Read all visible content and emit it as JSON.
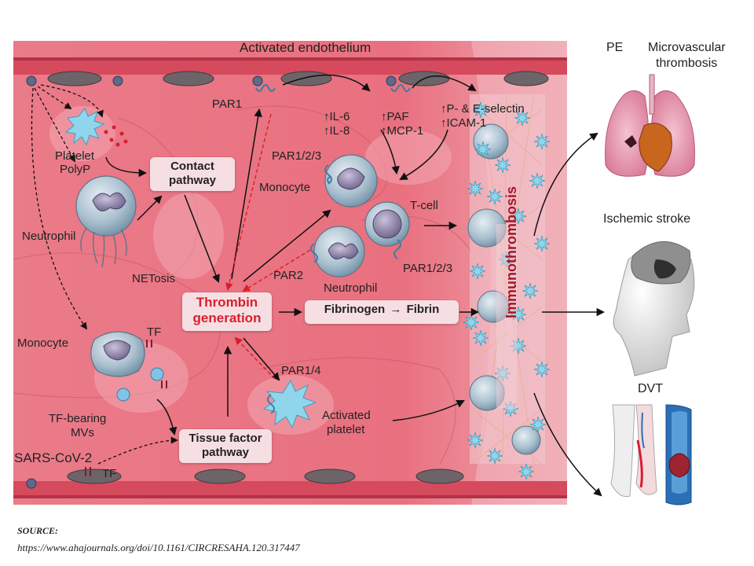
{
  "labels": {
    "activated_endothelium": "Activated endothelium",
    "par1": "PAR1",
    "il6": "IL-6",
    "il8": "IL-8",
    "paf": "PAF",
    "mcp1": "MCP-1",
    "selectin": "P- & E-selectin",
    "icam1": "ICAM-1",
    "platelet_polyp_1": "Platelet",
    "platelet_polyp_2": "PolyP",
    "contact_pathway_1": "Contact",
    "contact_pathway_2": "pathway",
    "par123_top": "PAR1/2/3",
    "monocyte_top": "Monocyte",
    "tcell": "T-cell",
    "neutrophil_left": "Neutrophil",
    "netosis": "NETosis",
    "par2": "PAR2",
    "neutrophil_mid": "Neutrophil",
    "par123_bottom": "PAR1/2/3",
    "thrombin_1": "Thrombin",
    "thrombin_2": "generation",
    "fibrinogen": "Fibrinogen",
    "fibrin": "Fibrin",
    "monocyte_left": "Monocyte",
    "tf_monocyte": "TF",
    "par14": "PAR1/4",
    "tf_mvs_1": "TF-bearing",
    "tf_mvs_2": "MVs",
    "activated_platelet_1": "Activated",
    "activated_platelet_2": "platelet",
    "tissue_factor_1": "Tissue factor",
    "tissue_factor_2": "pathway",
    "sars": "SARS-CoV-2",
    "tf_sars": "TF",
    "immunothrombosis": "Immunothrombosis",
    "pe": "PE",
    "microvascular_1": "Microvascular",
    "microvascular_2": "thrombosis",
    "ischemic_stroke": "Ischemic stroke",
    "dvt": "DVT"
  },
  "source": {
    "label": "SOURCE:",
    "url": "https://www.ahajournals.org/doi/10.1161/CIRCRESAHA.120.317447"
  },
  "colors": {
    "vessel": "#e8707f",
    "wall": "#d94a5d",
    "box": "#f6dfe2",
    "thrombin": "#d81e2c",
    "platelet": "#8fd6ec",
    "cell": "#b7cbd8",
    "clot": "#9e2431"
  }
}
